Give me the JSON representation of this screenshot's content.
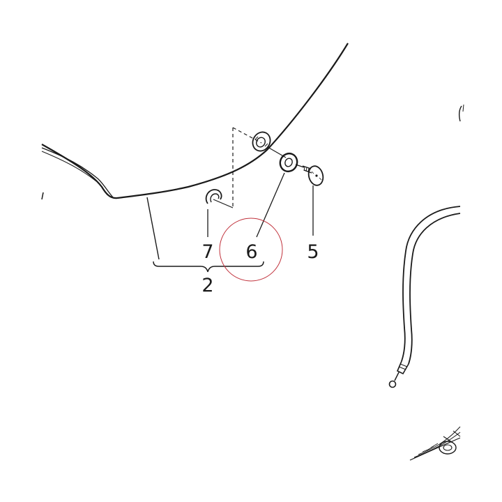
{
  "diagram": {
    "callouts": {
      "part_2": "2",
      "part_5": "5",
      "part_6": "6",
      "part_7": "7"
    },
    "colors": {
      "ink": "#1a1a1a",
      "highlight_circle": "#c0303a",
      "background": "#ffffff"
    },
    "highlighted_callout": "6"
  }
}
